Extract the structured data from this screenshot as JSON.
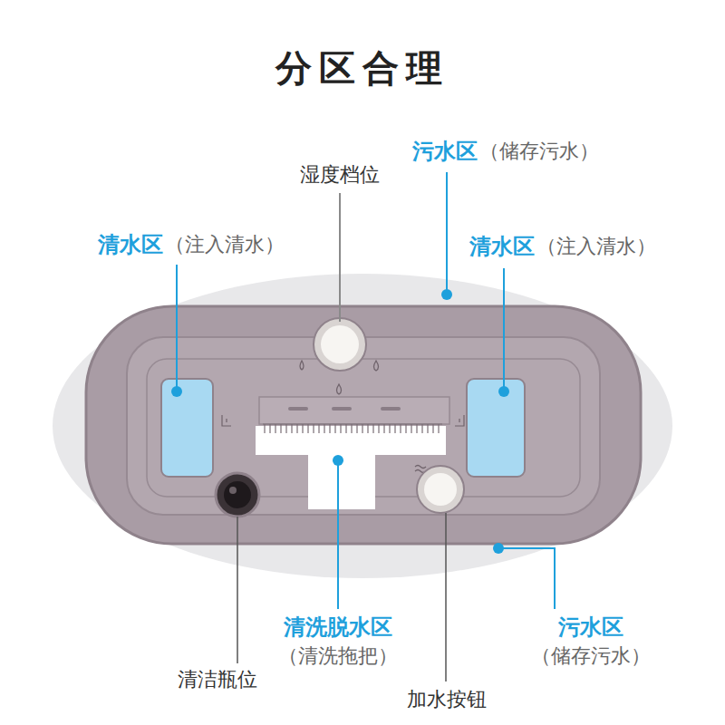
{
  "diagram": {
    "title": "分区合理",
    "labels": [
      "湿度档位",
      "污水区",
      "（储存污水）",
      "清水区",
      "（注入清水）",
      "清水区",
      "（注入清水）",
      "清洗脱水区",
      "（清洗拖把）",
      "清洁瓶位",
      "加水按钮",
      "污水区",
      "（储存污水）"
    ]
  }
}
